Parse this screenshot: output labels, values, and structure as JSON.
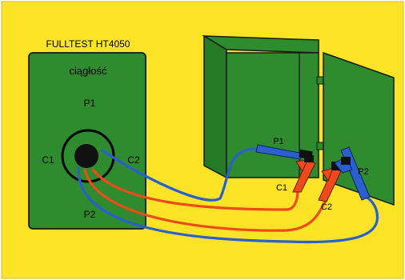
{
  "meter": {
    "title": "FULLTEST HT4050",
    "mode": "ciągłość",
    "terminals": {
      "p1": "P1",
      "c1": "C1",
      "c2": "C2",
      "p2": "P2"
    }
  },
  "probes": {
    "p1": "P1",
    "c1": "C1",
    "c2": "C2",
    "p2": "P2"
  },
  "colors": {
    "background": "#fce326",
    "device_green": "#2e8b2e",
    "outline": "#1a1a1a",
    "lead_red": "#f04a1a",
    "lead_blue": "#2a5fd0",
    "connector": "#111111"
  }
}
